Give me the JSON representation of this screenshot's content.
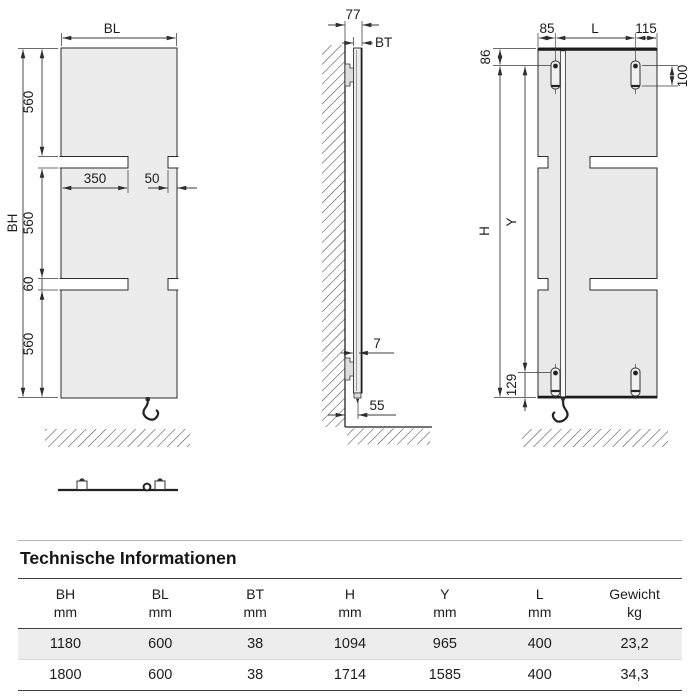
{
  "dimensions": {
    "front": {
      "width": "BL",
      "height": "BH",
      "segment_top": "560",
      "segment_middle": "560",
      "slot_height": "60",
      "segment_bottom": "560",
      "slot_width": "350",
      "notch_width": "50"
    },
    "side": {
      "wall_to_front": "77",
      "depth": "BT",
      "panel_sheet": "7",
      "wall_clearance": "55"
    },
    "rear": {
      "bracket_left_offset": "85",
      "bracket_spacing": "L",
      "bracket_right_offset": "115",
      "bracket_top_offset": "86",
      "bracket_hole_pitch": "100",
      "mount_height": "H",
      "bracket_span": "Y",
      "bracket_bottom_offset": "129"
    }
  },
  "table": {
    "title": "Technische Informationen",
    "columns": [
      {
        "name": "BH",
        "unit": "mm"
      },
      {
        "name": "BL",
        "unit": "mm"
      },
      {
        "name": "BT",
        "unit": "mm"
      },
      {
        "name": "H",
        "unit": "mm"
      },
      {
        "name": "Y",
        "unit": "mm"
      },
      {
        "name": "L",
        "unit": "mm"
      },
      {
        "name": "Gewicht",
        "unit": "kg"
      }
    ],
    "rows": [
      [
        "1180",
        "600",
        "38",
        "1094",
        "965",
        "400",
        "23,2"
      ],
      [
        "1800",
        "600",
        "38",
        "1714",
        "1585",
        "400",
        "34,3"
      ]
    ]
  }
}
